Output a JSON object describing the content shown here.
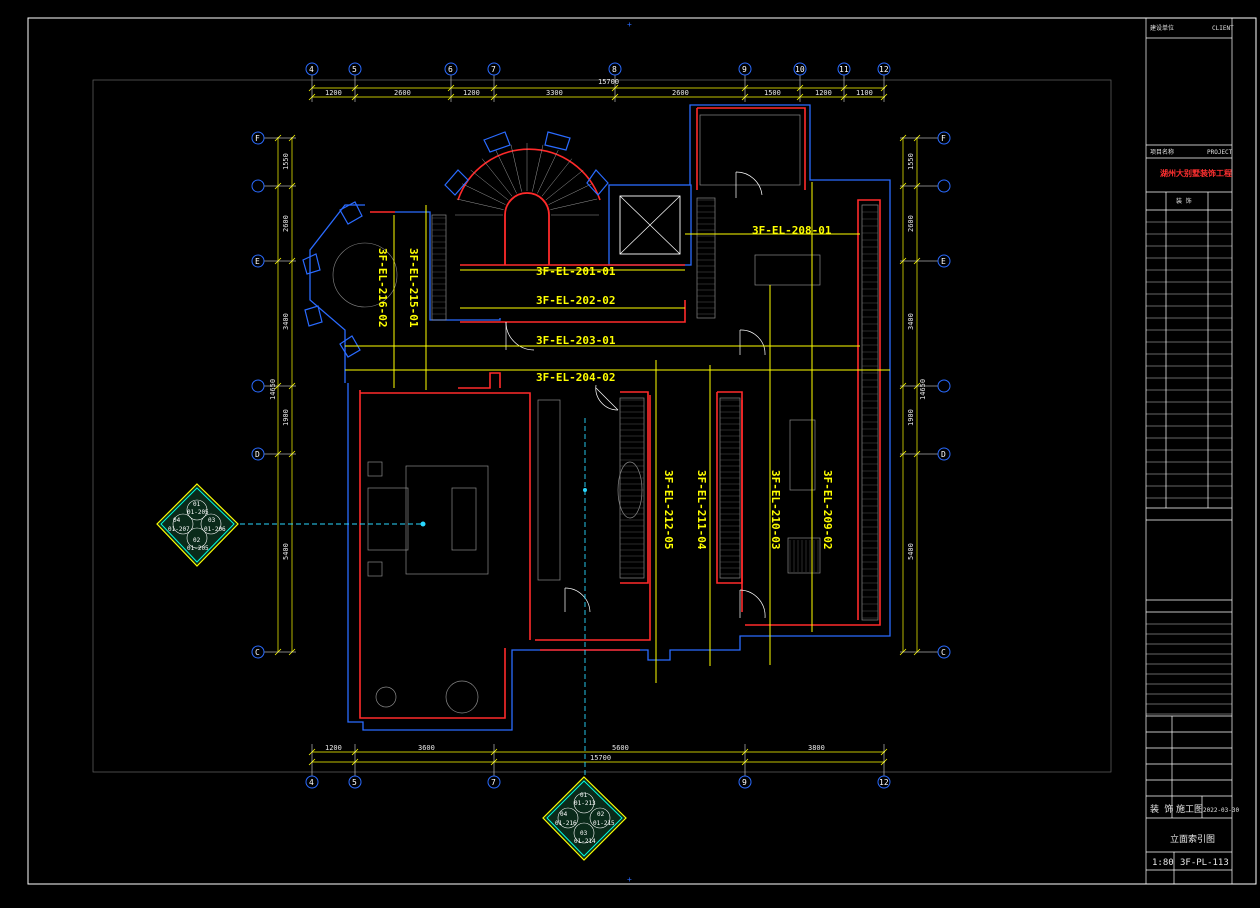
{
  "title_block": {
    "client_label_cn": "建设单位",
    "client_label_en": "CLIENT",
    "project_label_cn": "项目名称",
    "project_label_en": "PROJECT",
    "project_name": "湖州大别墅装饰工程",
    "sheet_no_value": "3F-PL-113",
    "drawing_title": "立面索引图",
    "scale_value": "1:80",
    "date_value": "2022-03-30",
    "stage_value": "施工图",
    "major_value": "装 饰"
  },
  "axes": {
    "top": [
      "4",
      "5",
      "6",
      "7",
      "8",
      "9",
      "10",
      "11",
      "12"
    ],
    "bottom": [
      "4",
      "5",
      "7",
      "9",
      "12"
    ],
    "left": [
      "F",
      "E",
      "D",
      "C"
    ],
    "right": [
      "F",
      "E",
      "D",
      "C"
    ]
  },
  "dimensions": {
    "top_segments": [
      "1200",
      "2600",
      "1200",
      "3300",
      "2600",
      "1500",
      "1200",
      "1100"
    ],
    "top_total": "15700",
    "bottom_segments": [
      "1200",
      "3600",
      "5600",
      "3800"
    ],
    "bottom_total": "15700",
    "left_segments": [
      "1550",
      "2600",
      "3400",
      "1900",
      "5400"
    ],
    "left_total": "14650",
    "right_segments": [
      "1550",
      "2600",
      "3400",
      "1900",
      "5400"
    ],
    "right_total": "14650"
  },
  "elevation_labels": {
    "h1": "3F-EL-201-01",
    "h2": "3F-EL-202-02",
    "h3": "3F-EL-203-01",
    "h4": "3F-EL-204-02",
    "h5": "3F-EL-208-01",
    "v1": "3F-EL-216-02",
    "v2": "3F-EL-215-01",
    "v3": "3F-EL-212-05",
    "v4": "3F-EL-211-04",
    "v5": "3F-EL-210-03",
    "v6": "3F-EL-209-02"
  },
  "index_left": {
    "q1": "01",
    "q1s": "01-205",
    "q2": "02",
    "q2s": "01-205",
    "q3": "03",
    "q3s": "01-206",
    "q4": "04",
    "q4s": "01-207"
  },
  "index_bottom": {
    "q1": "01",
    "q1s": "01-213",
    "q2": "02",
    "q2s": "01-215",
    "q3": "03",
    "q3s": "01-214",
    "q4": "04",
    "q4s": "01-216"
  },
  "colors": {
    "wall": "#ff2a2a",
    "outline": "#2a6bff",
    "label": "#ffff00",
    "frame": "#ffffff",
    "index": "#00ffe0"
  }
}
